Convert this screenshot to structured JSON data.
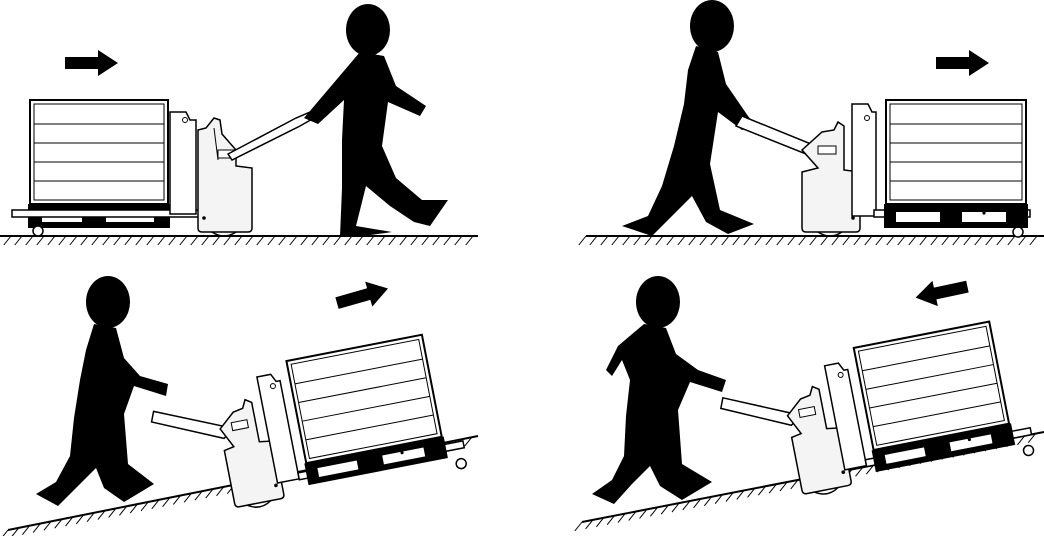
{
  "panels": [
    {
      "id": "level-ground-pulling",
      "slope": "level",
      "direction": "right",
      "operator_side": "right",
      "load_position": "trailing"
    },
    {
      "id": "level-ground-pushing",
      "slope": "level",
      "direction": "right",
      "operator_side": "left",
      "load_position": "leading"
    },
    {
      "id": "uphill-pushing-load-first",
      "slope": "incline",
      "direction": "up-right",
      "operator_side": "left",
      "load_position": "uphill"
    },
    {
      "id": "downhill-reversing-load-first",
      "slope": "incline",
      "direction": "down-left",
      "operator_side": "left",
      "load_position": "uphill"
    }
  ],
  "colors": {
    "ink": "#000000",
    "paper": "#ffffff",
    "truck_body": "#f4f4f4"
  },
  "icons": [
    "direction-arrow-icon",
    "operator-silhouette",
    "pallet-truck",
    "loaded-pallet",
    "hatched-ground"
  ]
}
